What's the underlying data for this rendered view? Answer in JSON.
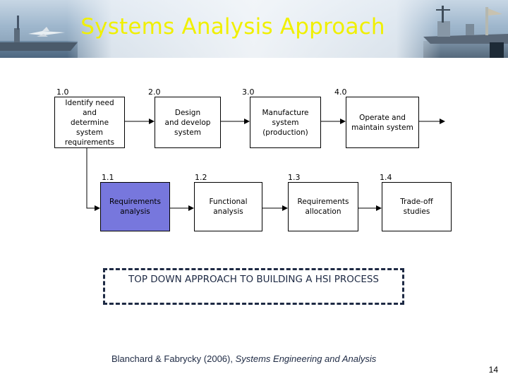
{
  "slide": {
    "title": "Systems Analysis Approach",
    "title_color": "#f0f000",
    "page_number": "14"
  },
  "top_row": [
    {
      "num": "1.0",
      "label": "Identify need and\ndetermine\nsystem\nrequirements"
    },
    {
      "num": "2.0",
      "label": "Design\nand develop\nsystem"
    },
    {
      "num": "3.0",
      "label": "Manufacture\nsystem\n(production)"
    },
    {
      "num": "4.0",
      "label": "Operate       and\nmaintain system"
    }
  ],
  "bottom_row": [
    {
      "num": "1.1",
      "label": "Requirements\nanalysis",
      "highlight": true,
      "highlight_color": "#7777dd"
    },
    {
      "num": "1.2",
      "label": "Functional\nanalysis"
    },
    {
      "num": "1.3",
      "label": "Requirements\nallocation"
    },
    {
      "num": "1.4",
      "label": "Trade-off\nstudies"
    }
  ],
  "callout": "TOP DOWN APPROACH TO BUILDING A HSI PROCESS",
  "citation": {
    "authors": "Blanchard & Fabrycky (2006), ",
    "work": "Systems Engineering and Analysis"
  },
  "decor": {
    "left_image": "aircraft-carrier-jet-photo-icon",
    "right_image": "navy-ships-photo-icon"
  }
}
